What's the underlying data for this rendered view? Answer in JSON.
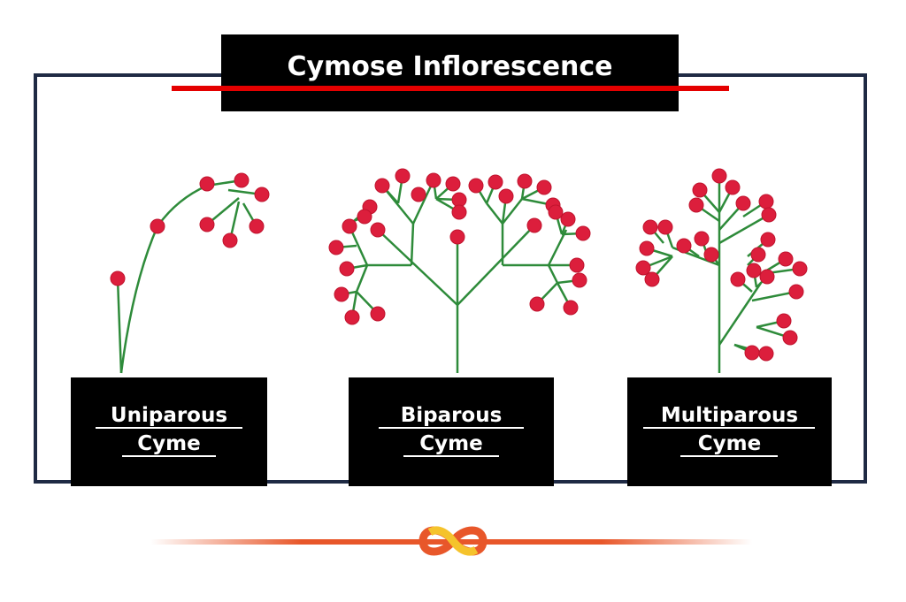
{
  "title": "Cymose Inflorescence",
  "types": [
    {
      "line1": "Uniparous",
      "line2": "Cyme"
    },
    {
      "line1": "Biparous",
      "line2": "Cyme"
    },
    {
      "line1": "Multiparous",
      "line2": "Cyme"
    }
  ],
  "colors": {
    "flower": "#dc1e3c",
    "stem": "#2e8b3a",
    "frame": "#1f2a44",
    "accent_red": "#e40000",
    "logo_orange": "#e8572a",
    "logo_yellow": "#f5c32c"
  }
}
